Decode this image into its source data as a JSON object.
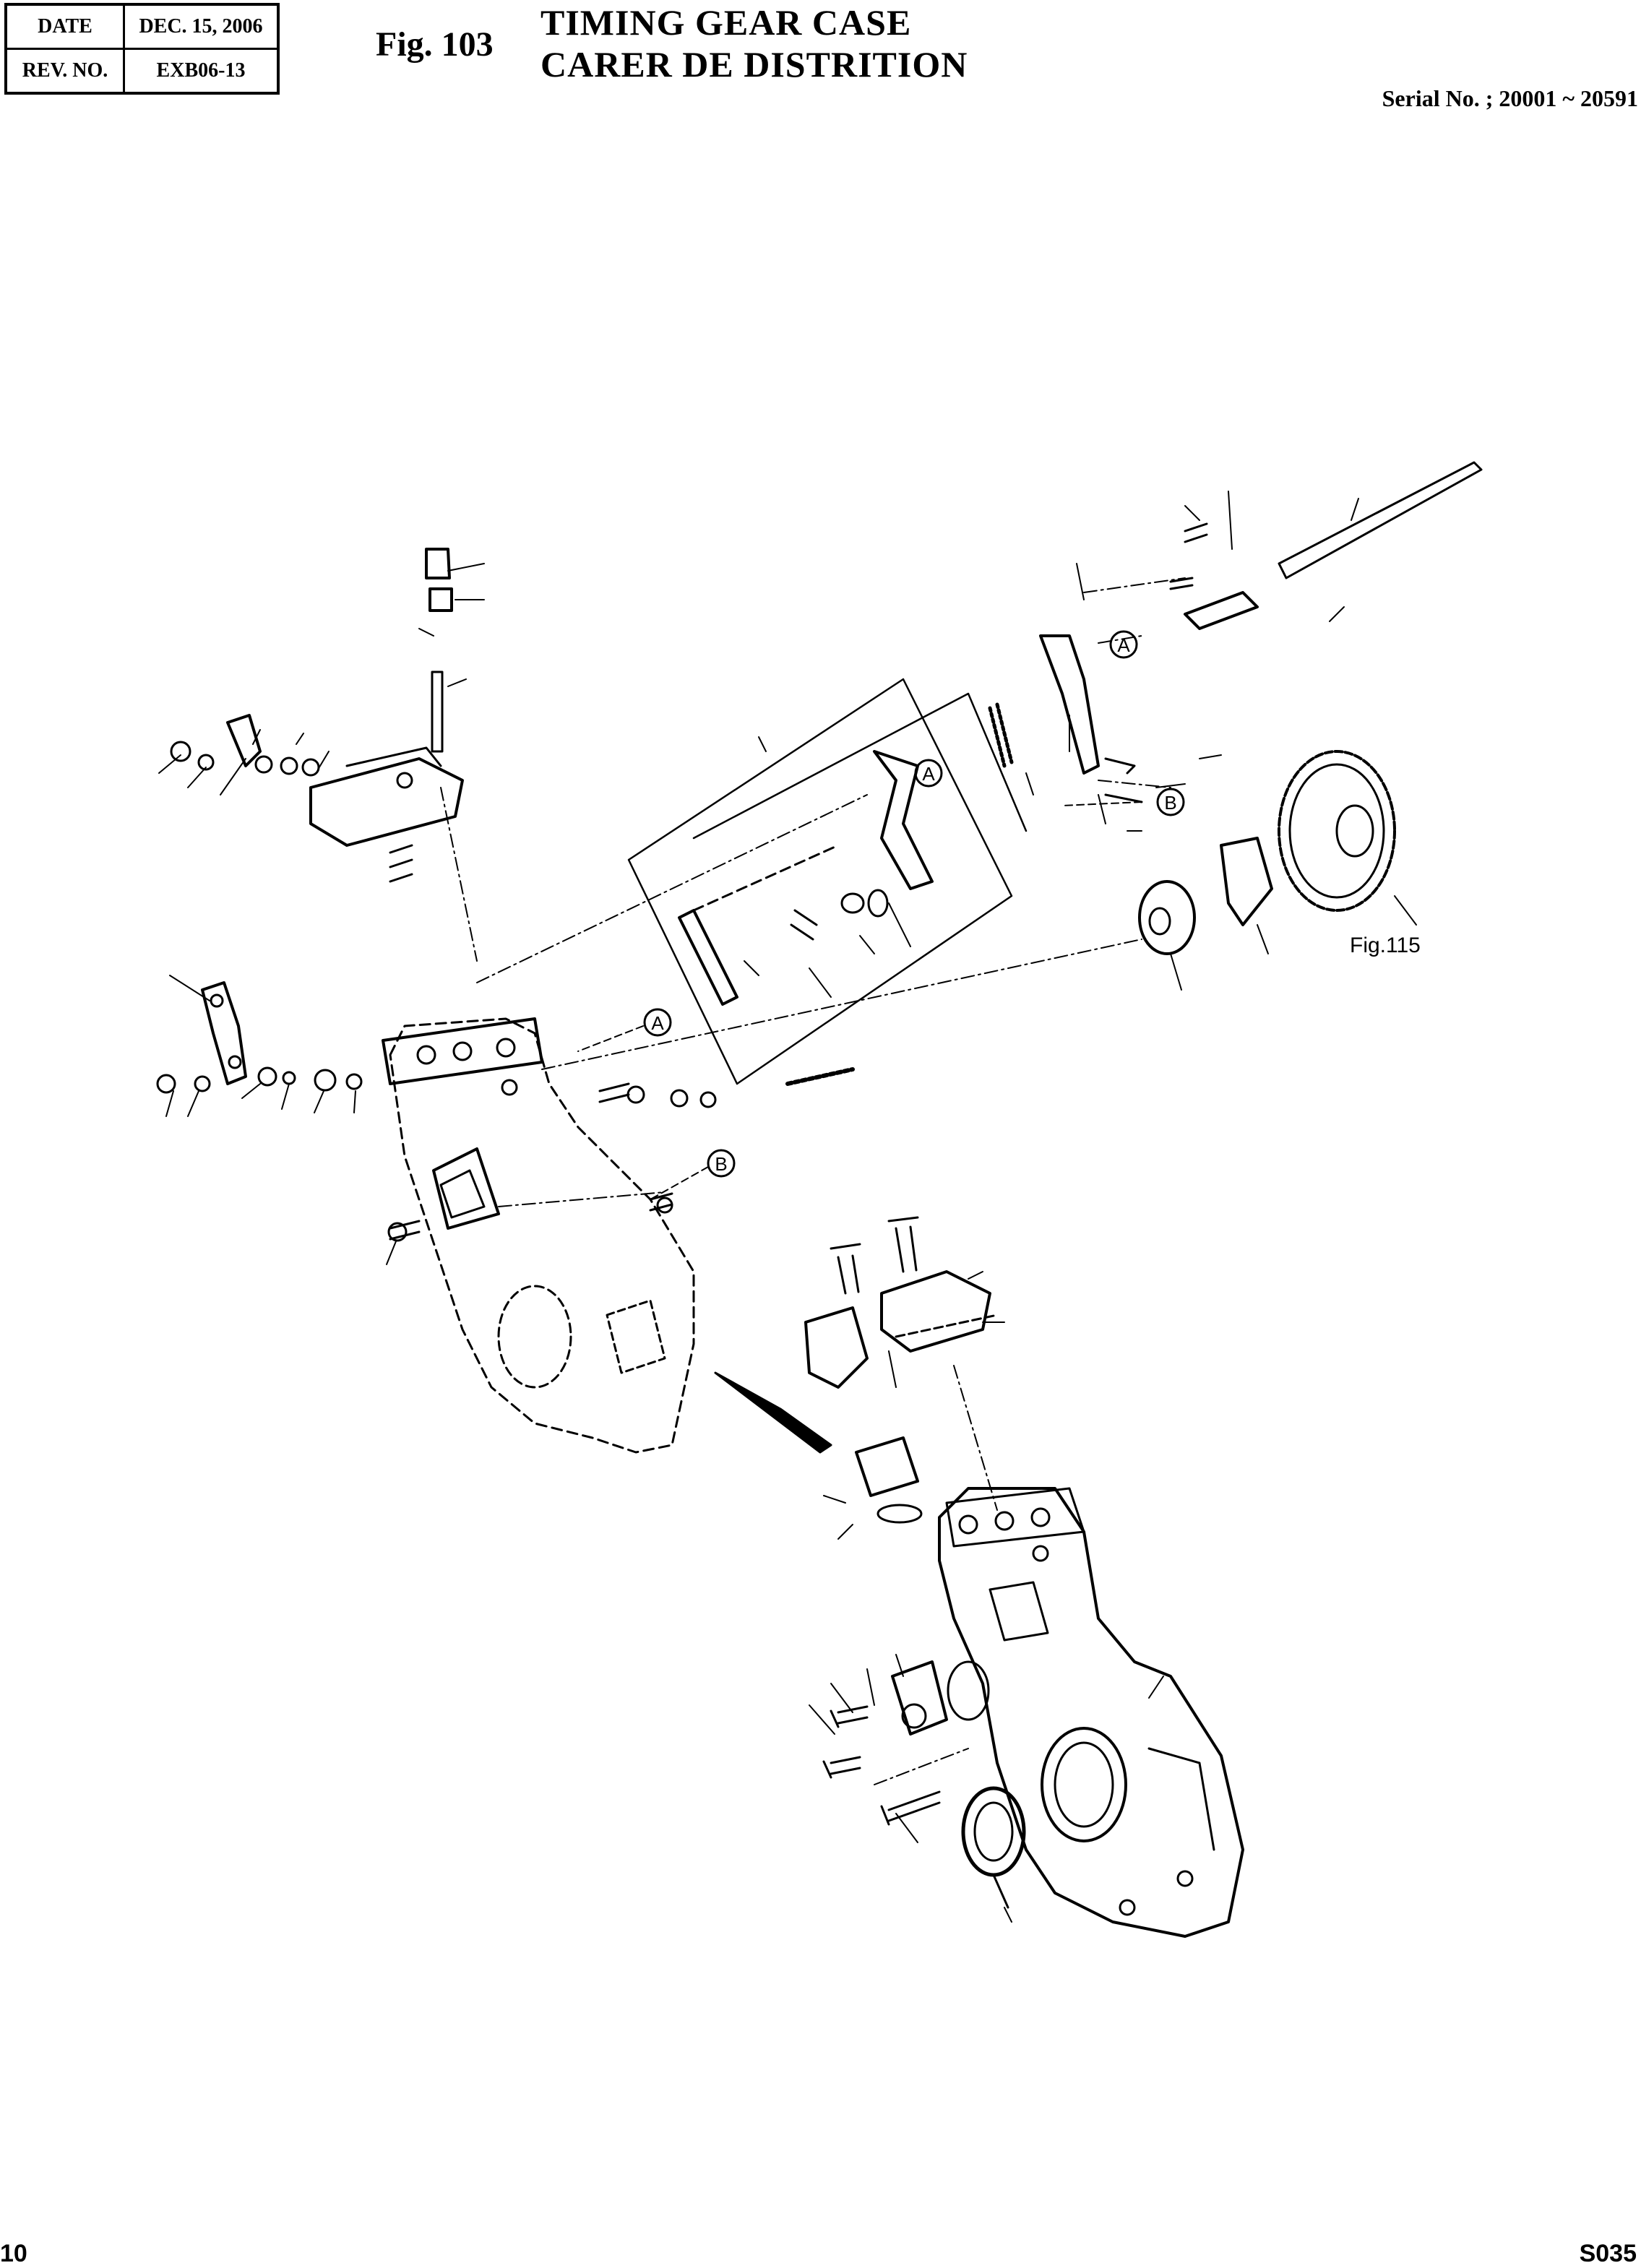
{
  "header": {
    "date_label": "DATE",
    "date_value": "DEC. 15, 2006",
    "rev_label": "REV. NO.",
    "rev_value": "EXB06-13",
    "figure_number": "Fig. 103",
    "title_en": "TIMING GEAR CASE",
    "title_fr": "CARER DE DISTRITION",
    "serial": "Serial No. ; 20001 ~ 20591"
  },
  "diagram": {
    "callout_a": "A",
    "callout_b": "B",
    "figure_reference": "Fig.115"
  },
  "footer": {
    "page_number": "10",
    "document_code": "S035"
  }
}
